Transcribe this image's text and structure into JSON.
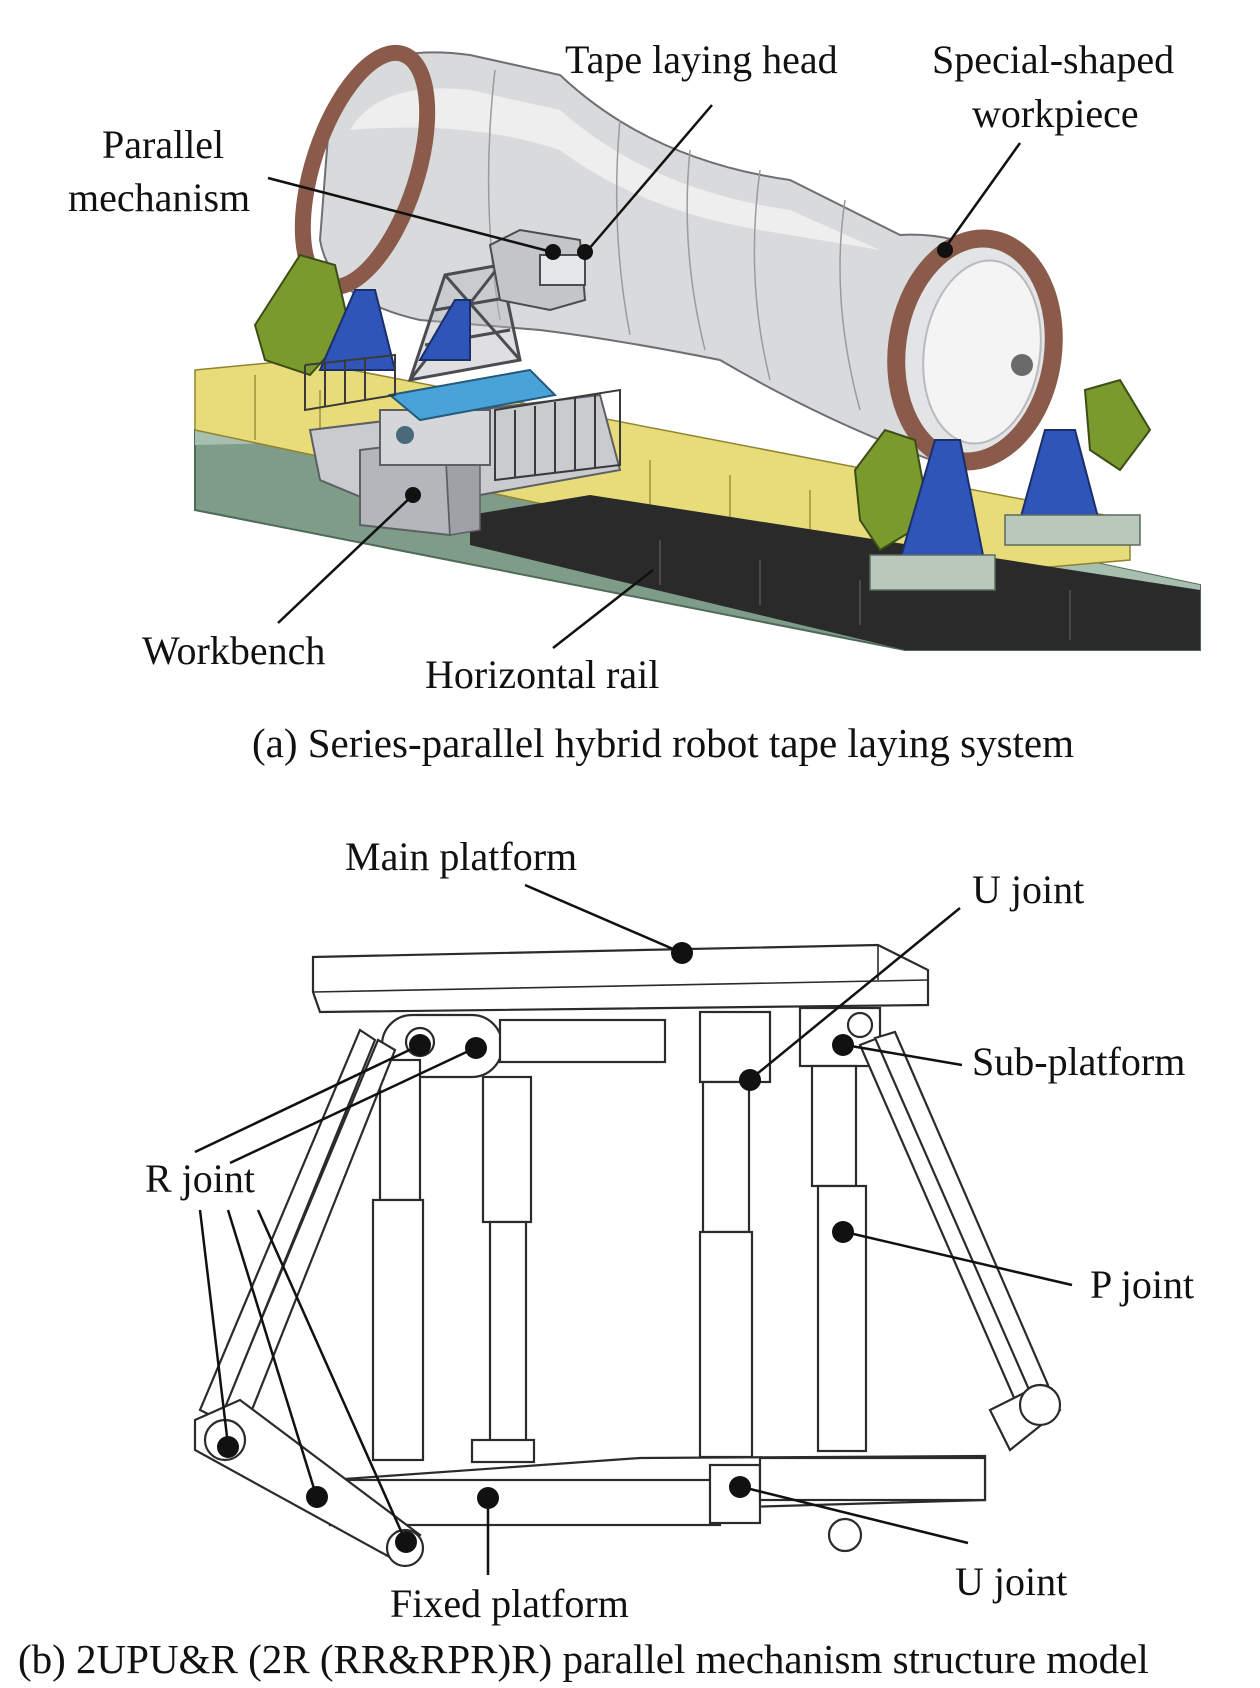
{
  "panel_a": {
    "labels": {
      "tape_laying_head": "Tape laying head",
      "special_shaped_line1": "Special-shaped",
      "special_shaped_line2": "workpiece",
      "parallel_line1": "Parallel",
      "parallel_line2": "mechanism",
      "workbench": "Workbench",
      "horizontal_rail": "Horizontal rail"
    },
    "caption": "(a) Series-parallel hybrid robot tape laying system",
    "colors": {
      "workpiece": "#d9dadc",
      "flange": "#8a5a4a",
      "rail_yellow": "#e8dc7a",
      "rail_dark": "#2a2a2a",
      "base_green": "#7f9c88",
      "support_blue": "#2f55b8",
      "support_green": "#7a9a2e",
      "workbench_grey": "#c9cbcf"
    }
  },
  "panel_b": {
    "labels": {
      "main_platform": "Main platform",
      "u_joint_top": "U joint",
      "sub_platform": "Sub-platform",
      "r_joint": "R joint",
      "p_joint": "P joint",
      "u_joint_bottom": "U joint",
      "fixed_platform": "Fixed platform"
    },
    "caption": "(b) 2UPU&R (2R (RR&RPR)R) parallel mechanism structure model"
  }
}
